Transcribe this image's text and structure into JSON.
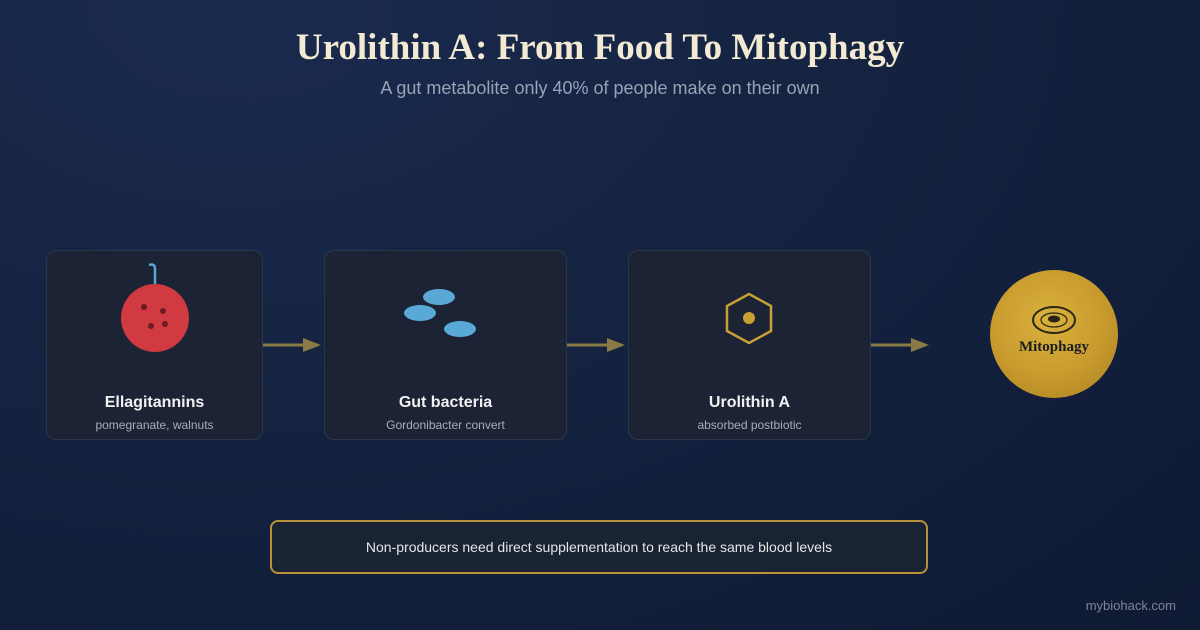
{
  "header": {
    "title": "Urolithin A: From Food To Mitophagy",
    "subtitle": "A gut metabolite only 40% of people make on their own"
  },
  "steps": [
    {
      "label": "Ellagitannins",
      "sub": "pomegranate, walnuts",
      "icon": "pomegranate-icon"
    },
    {
      "label": "Gut bacteria",
      "sub": "Gordonibacter convert",
      "icon": "bacteria-icon"
    },
    {
      "label": "Urolithin A",
      "sub": "absorbed postbiotic",
      "icon": "hexagon-molecule-icon"
    }
  ],
  "endpoint": {
    "label": "Mitophagy",
    "icon": "mitochondrion-icon"
  },
  "note": "Non-producers need direct supplementation to reach the same blood levels",
  "source": "mybiohack.com",
  "colors": {
    "gold": "#c9a032",
    "pomegranate": "#d13a40",
    "bacteria": "#5aa8d6",
    "card": "#1b2334",
    "arrow": "#8a7a45"
  }
}
